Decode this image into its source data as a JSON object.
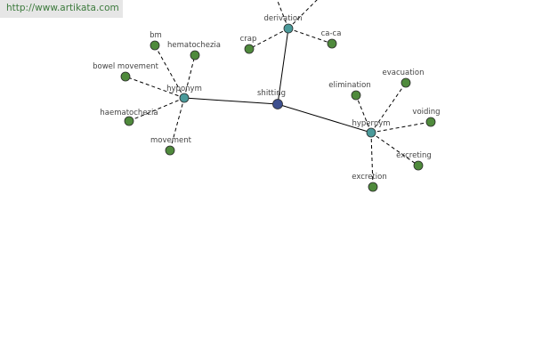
{
  "banner": {
    "url": "http://www.artikata.com"
  },
  "colors": {
    "center_node": "#3d4f8e",
    "relation_node": "#4a9a9a",
    "leaf_node": "#4f8a3c",
    "edge": "#000000"
  },
  "graph": {
    "center": {
      "id": "shitting",
      "label": "shitting"
    },
    "relations": [
      {
        "id": "derivation",
        "label": "derivation",
        "leaves": [
          {
            "id": "crap",
            "label": "crap"
          },
          {
            "id": "ca-ca",
            "label": "ca-ca"
          },
          {
            "id": "offscreen-1",
            "label": ""
          },
          {
            "id": "offscreen-2",
            "label": ""
          }
        ]
      },
      {
        "id": "hyponym",
        "label": "hyponym",
        "leaves": [
          {
            "id": "bm",
            "label": "bm"
          },
          {
            "id": "hematochezia",
            "label": "hematochezia"
          },
          {
            "id": "bowel-movement",
            "label": "bowel movement"
          },
          {
            "id": "haematochezia",
            "label": "haematochezia"
          },
          {
            "id": "movement",
            "label": "movement"
          }
        ]
      },
      {
        "id": "hypernym",
        "label": "hypernym",
        "leaves": [
          {
            "id": "elimination",
            "label": "elimination"
          },
          {
            "id": "evacuation",
            "label": "evacuation"
          },
          {
            "id": "voiding",
            "label": "voiding"
          },
          {
            "id": "excreting",
            "label": "excreting"
          },
          {
            "id": "excretion",
            "label": "excretion"
          }
        ]
      }
    ]
  }
}
